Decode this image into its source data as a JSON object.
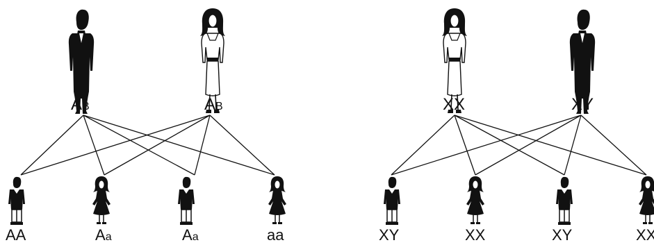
{
  "left_diagram": {
    "parents": [
      {
        "figure": "man-figure",
        "main": "A",
        "sub": "B"
      },
      {
        "figure": "woman-figure",
        "main": "A",
        "sub": "B"
      }
    ],
    "children": [
      {
        "figure": "boy-figure",
        "main": "AA",
        "sub": ""
      },
      {
        "figure": "girl-figure",
        "main": "A",
        "sub": "a"
      },
      {
        "figure": "boy-figure",
        "main": "A",
        "sub": "a"
      },
      {
        "figure": "girl-figure",
        "main": "aa",
        "sub": ""
      }
    ]
  },
  "right_diagram": {
    "parents": [
      {
        "figure": "woman-figure",
        "main": "XX",
        "sub": ""
      },
      {
        "figure": "man-figure",
        "main": "XY",
        "sub": ""
      }
    ],
    "children": [
      {
        "figure": "boy-figure",
        "main": "XY",
        "sub": ""
      },
      {
        "figure": "girl-figure",
        "main": "XX",
        "sub": ""
      },
      {
        "figure": "boy-figure",
        "main": "XY",
        "sub": ""
      },
      {
        "figure": "girl-figure",
        "main": "XX",
        "sub": ""
      }
    ]
  },
  "colors": {
    "ink": "#111111",
    "background": "#ffffff"
  }
}
